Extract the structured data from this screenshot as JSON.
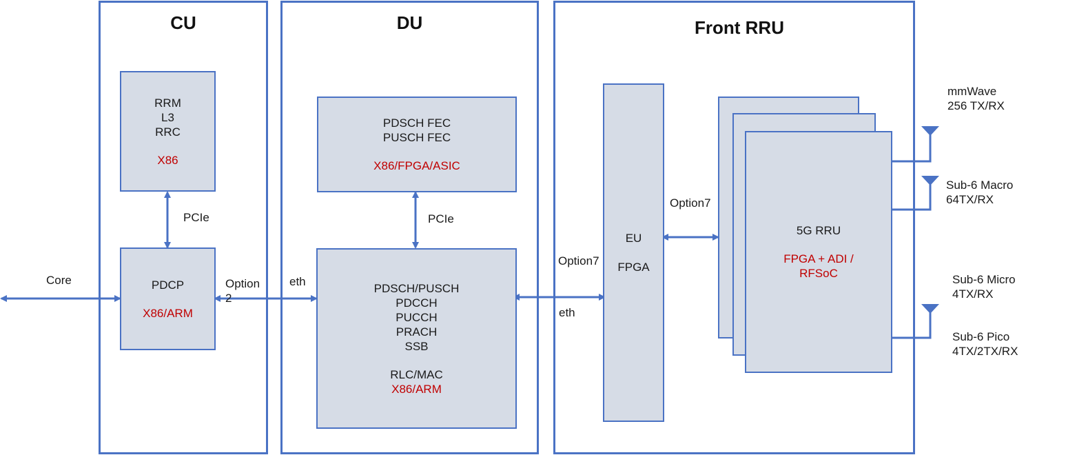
{
  "containers": {
    "cu": {
      "title": "CU"
    },
    "du": {
      "title": "DU"
    },
    "rru": {
      "title": "Front RRU"
    }
  },
  "blocks": {
    "rrm": {
      "lines": [
        "RRM",
        "L3",
        "RRC"
      ],
      "platform": "X86"
    },
    "pdcp": {
      "lines": [
        "PDCP"
      ],
      "platform": "X86/ARM"
    },
    "fec": {
      "lines": [
        "PDSCH FEC",
        "PUSCH FEC"
      ],
      "platform": "X86/FPGA/ASIC"
    },
    "phy": {
      "lines": [
        "PDSCH/PUSCH",
        "PDCCH",
        "PUCCH",
        "PRACH",
        "SSB",
        "RLC/MAC"
      ],
      "platform": "X86/ARM"
    },
    "eu": {
      "lines": [
        "EU",
        "FPGA"
      ]
    },
    "rru5g": {
      "lines": [
        "5G RRU"
      ],
      "platform_lines": [
        "FPGA + ADI /",
        "RFSoC"
      ]
    }
  },
  "links": {
    "core": "Core",
    "pcie_cu": "PCIe",
    "pcie_du": "PCIe",
    "option2": [
      "Option",
      "2"
    ],
    "eth_cu_du": "eth",
    "option7_du_eu": "Option7",
    "eth_du_eu": "eth",
    "option7_eu_rru": "Option7"
  },
  "antennas": {
    "mmwave": [
      "mmWave",
      "256 TX/RX"
    ],
    "macro": [
      "Sub-6 Macro",
      "64TX/RX"
    ],
    "micro": [
      "Sub-6 Micro",
      "4TX/RX"
    ],
    "pico": [
      "Sub-6 Pico",
      "4TX/2TX/RX"
    ]
  },
  "colors": {
    "line": "#4a72c4",
    "block_fill": "#d6dce6",
    "platform_text": "#c00000"
  }
}
